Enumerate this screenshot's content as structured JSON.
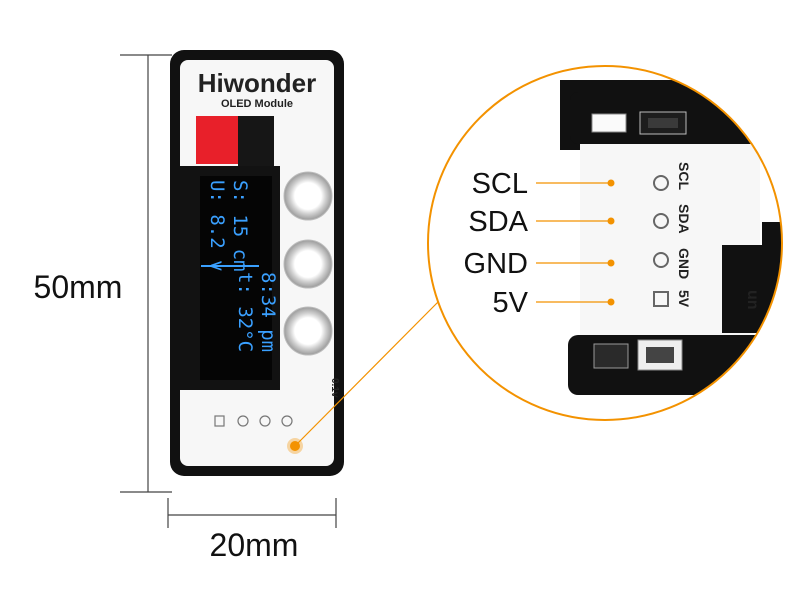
{
  "dimensions": {
    "height": "50mm",
    "width": "20mm"
  },
  "module": {
    "brand": "Hiwonder",
    "subtitle": "OLED Module",
    "side_label": "0.1v"
  },
  "oled_screen": {
    "line1": "U: 8.2 v",
    "line2": "S: 15 cm",
    "line3": "t: 32°C",
    "line4": "8:34 pm"
  },
  "pins": [
    {
      "label": "SCL",
      "silk": "SCL"
    },
    {
      "label": "SDA",
      "silk": "SDA"
    },
    {
      "label": "GND",
      "silk": "GND"
    },
    {
      "label": "5V",
      "silk": "5V"
    }
  ],
  "pcb_marking": "un",
  "colors": {
    "accent": "#f39200",
    "board": "#111111",
    "oled_text": "#3aa0ff",
    "connector": "#e8202a"
  }
}
